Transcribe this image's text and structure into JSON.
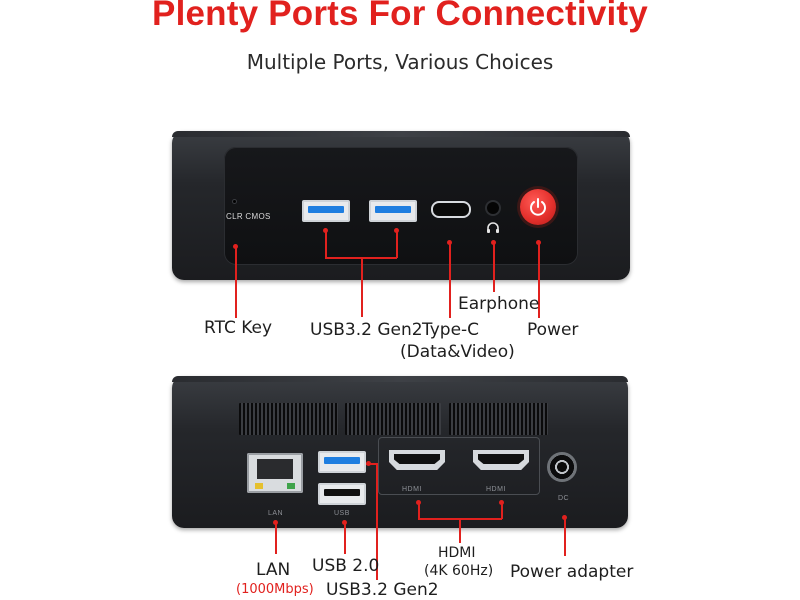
{
  "header": {
    "title": "Plenty Ports For Connectivity",
    "subtitle": "Multiple Ports, Various Choices"
  },
  "front_panel": {
    "clr_cmos_label": "CLR CMOS",
    "callouts": {
      "rtc_key": "RTC Key",
      "usb": "USB3.2 Gen2",
      "typec_line1": "Type-C",
      "typec_line2": "(Data&Video)",
      "earphone": "Earphone",
      "power": "Power"
    }
  },
  "back_panel": {
    "lan_print": "LAN",
    "usb_print": "USB",
    "hdmi_print_1": "HDMI",
    "hdmi_print_2": "HDMI",
    "dc_print": "DC",
    "callouts": {
      "lan": "LAN",
      "lan_speed": "(1000Mbps)",
      "usb20": "USB 2.0",
      "usb32": "USB3.2 Gen2",
      "hdmi_line1": "HDMI",
      "hdmi_line2": "(4K 60Hz)",
      "power_adapter": "Power adapter"
    }
  },
  "colors": {
    "accent": "#e1211e",
    "device_body": "#1b1c1f",
    "usb3_blue": "#1f7ee0",
    "power_button": "#e5312d"
  },
  "icons": [
    "power-symbol-icon",
    "headphone-icon"
  ]
}
